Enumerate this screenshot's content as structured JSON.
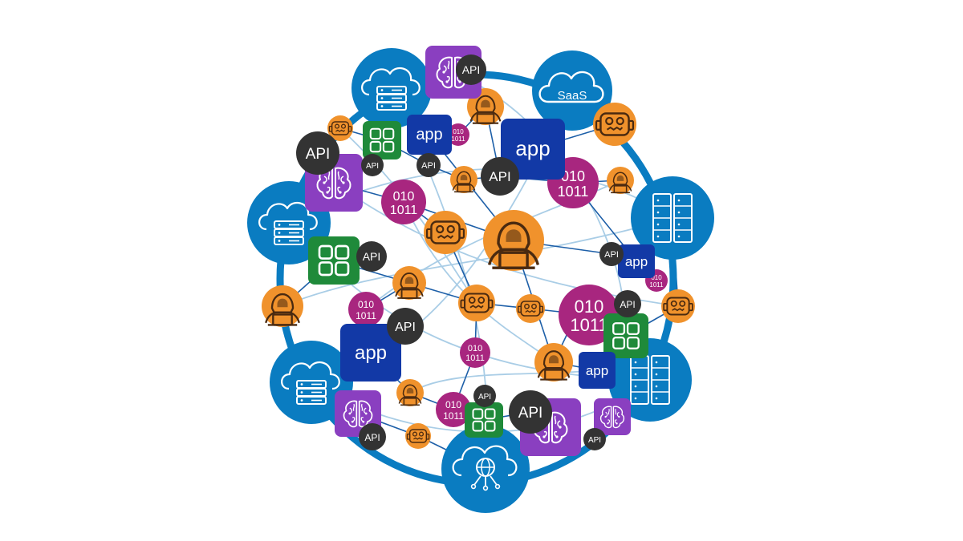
{
  "labels": {
    "api": "API",
    "app": "app",
    "saas": "SaaS",
    "binary_line1": "010",
    "binary_line2": "1011"
  },
  "colors": {
    "ring": "#0a7cc1",
    "node_blue": "#0a7cc1",
    "app_navy": "#1239a6",
    "binary_magenta": "#a8267f",
    "hacker_orange": "#f0922c",
    "apps_green": "#1f8a3a",
    "brain_purple": "#8a3fc0",
    "api_dark": "#333333",
    "link_dark": "#1d5fa8",
    "link_light": "#a9cde6"
  },
  "icons": {
    "cloud_server": "cloud-server-icon",
    "cloud_saas": "cloud-saas-icon",
    "server_rack": "server-rack-icon",
    "cloud_globe": "cloud-globe-icon",
    "hacker": "hacker-icon",
    "robot": "robot-icon",
    "brain": "brain-icon",
    "app_grid": "app-grid-icon"
  }
}
